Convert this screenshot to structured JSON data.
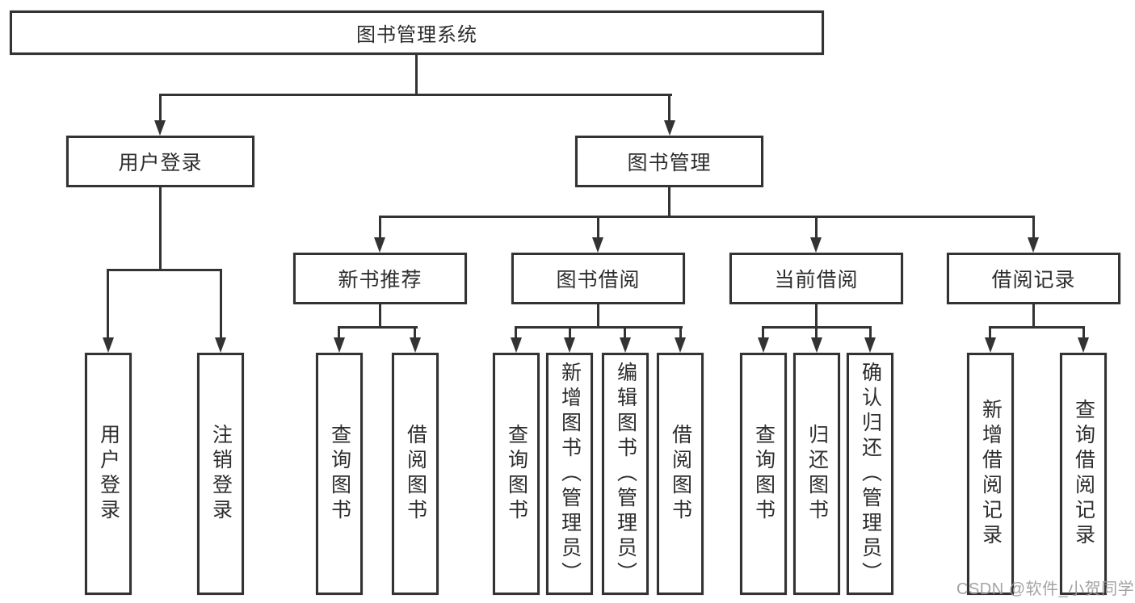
{
  "diagram_title": "图书管理系统",
  "colors": {
    "line": "#333333",
    "text": "#2d2d2d",
    "watermark": "#9b9b9b",
    "background": "#ffffff"
  },
  "tree": {
    "label": "图书管理系统",
    "children": [
      {
        "label": "用户登录",
        "children": [
          {
            "label": "用户登录"
          },
          {
            "label": "注销登录"
          }
        ]
      },
      {
        "label": "图书管理",
        "children": [
          {
            "label": "新书推荐",
            "children": [
              {
                "label": "查询图书"
              },
              {
                "label": "借阅图书"
              }
            ]
          },
          {
            "label": "图书借阅",
            "children": [
              {
                "label": "查询图书"
              },
              {
                "label": "新增图书（管理员）"
              },
              {
                "label": "编辑图书（管理员）"
              },
              {
                "label": "借阅图书"
              }
            ]
          },
          {
            "label": "当前借阅",
            "children": [
              {
                "label": "查询图书"
              },
              {
                "label": "归还图书"
              },
              {
                "label": "确认归还（管理员）"
              }
            ]
          },
          {
            "label": "借阅记录",
            "children": [
              {
                "label": "新增借阅记录"
              },
              {
                "label": "查询借阅记录"
              }
            ]
          }
        ]
      }
    ]
  },
  "watermark": {
    "text": "CSDN @软件_小贺同学"
  }
}
